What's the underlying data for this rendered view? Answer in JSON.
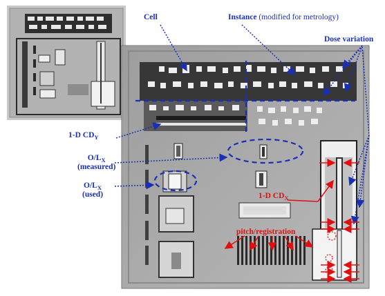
{
  "labels": {
    "cell": "Cell",
    "instance": "Instance",
    "instance_note": "(modified for metrology)",
    "dose": "Dose variation",
    "cdy_main": "1-D CD",
    "cdy_sub": "Y",
    "olx_meas_main": "O/L",
    "olx_meas_sub": "X",
    "olx_meas_note": "(measured)",
    "olx_used_main": "O/L",
    "olx_used_sub": "X",
    "olx_used_note": "(used)",
    "cdx_main": "1-D CD",
    "cdx_sub": "X",
    "pitch": "pitch/registration"
  },
  "colors": {
    "annotation_blue": "#1a2fb8",
    "annotation_red": "#e01010"
  }
}
